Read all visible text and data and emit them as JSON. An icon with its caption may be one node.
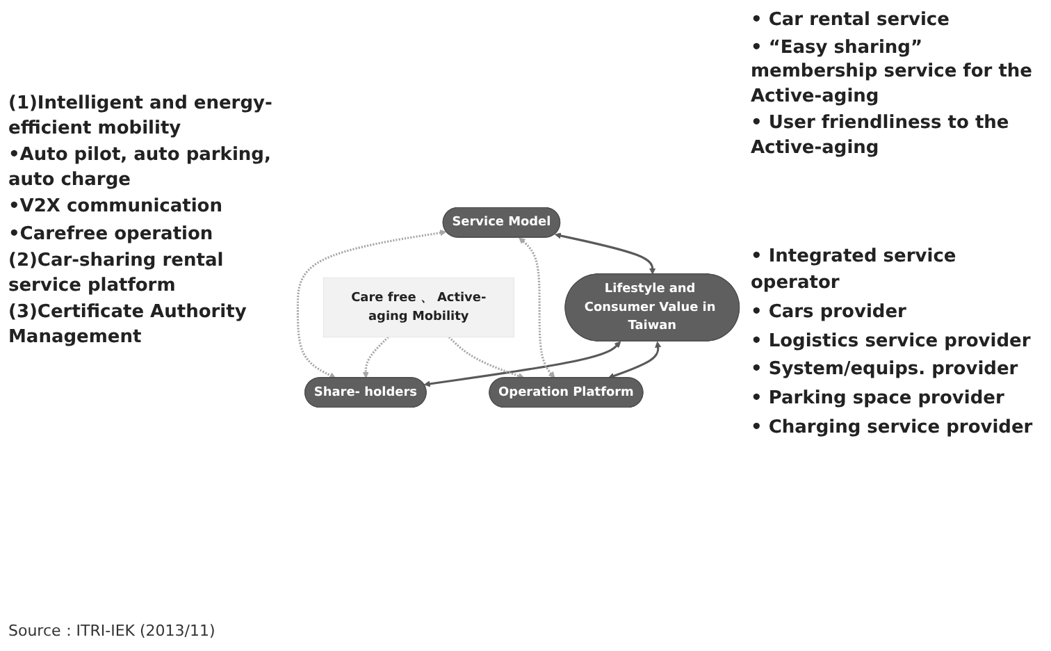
{
  "diagram": {
    "caption": "Source：ITRI-IEK (2013/11)",
    "nodes": [
      {
        "text": [
          "Service Model"
        ]
      },
      {
        "text": [
          "Lifestyle and Consumer Value in Taiwan"
        ]
      },
      {
        "text": [
          "Operation Platform"
        ]
      },
      {
        "text": [
          "Care free 、 Active-aging Mobility"
        ]
      },
      {
        "text": [
          "Share- holders"
        ]
      }
    ],
    "edges": [
      {
        "from": 0,
        "to": 1,
        "arrow": "both",
        "color": "#595959"
      },
      {
        "from": 1,
        "to": 2,
        "arrow": "both",
        "color": "#595959"
      },
      {
        "from": 1,
        "to": 4,
        "arrow": "both",
        "color": "#595959"
      },
      {
        "from": 0,
        "to": 2,
        "arrow": "both",
        "style": "dashed"
      },
      {
        "from": 0,
        "to": 4,
        "arrow": "both",
        "style": "dashed"
      },
      {
        "from": 3,
        "to": 2,
        "arrow": "to",
        "style": "dashed"
      },
      {
        "from": 3,
        "to": 4,
        "arrow": "to",
        "style": "dashed"
      }
    ],
    "labels": [
      "• Car rental service",
      "• “Easy sharing” membership service for the Active-aging",
      "• User friendliness to the Active-aging",
      "(1)Intelligent and energy-efficient mobility",
      "•Auto pilot, auto parking, auto charge",
      "•V2X communication",
      "•Carefree operation",
      "(2)Car-sharing rental service platform",
      "(3)Certificate Authority Management",
      "• Integrated service operator",
      "• Cars provider",
      "• Logistics service provider",
      "• System/equips. provider",
      "• Parking space provider",
      "• Charging service provider"
    ]
  }
}
